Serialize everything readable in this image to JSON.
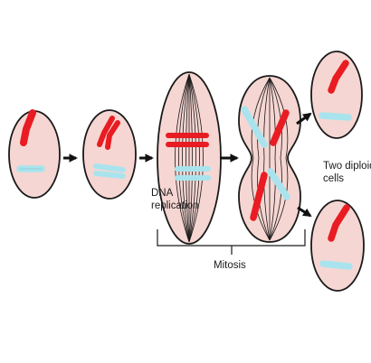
{
  "labels": {
    "dna_line1": "DNA",
    "dna_line2": "replication",
    "mitosis": "Mitosis",
    "two_line1": "Two diploid",
    "two_line2": "cells"
  },
  "colors": {
    "cell_fill": "#f6d6d2",
    "cell_stroke": "#1a1a1a",
    "chromosome_red": "#e81c22",
    "chromosome_blue": "#a9e4ee",
    "arrow": "#111111"
  }
}
